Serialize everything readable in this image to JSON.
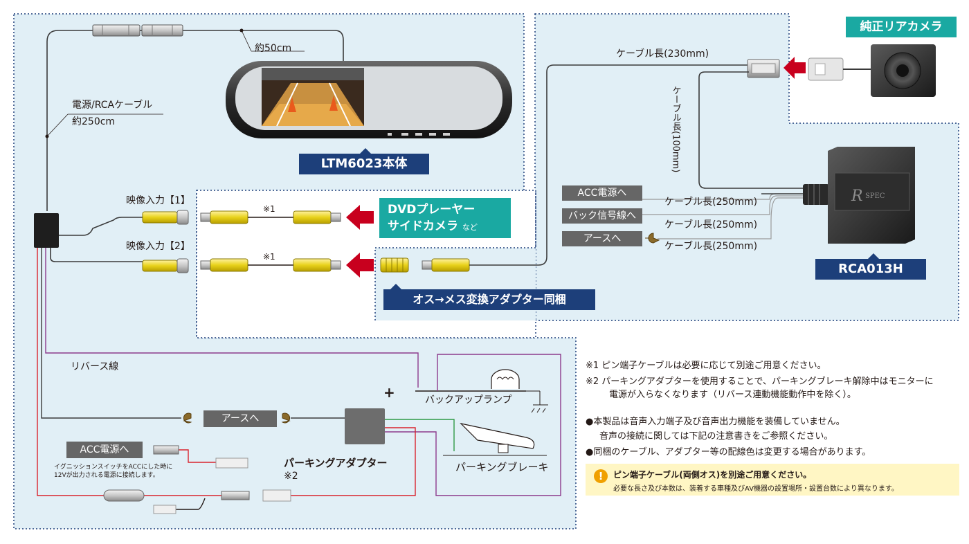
{
  "labels": {
    "cable_50": "約50cm",
    "power_rca_1": "電源/RCAケーブル",
    "power_rca_2": "約250cm",
    "video_in_1": "映像入力【1】",
    "video_in_2": "映像入力【2】",
    "mark1_a": "※1",
    "mark1_b": "※1",
    "reverse": "リバース線",
    "plus": "+",
    "backup_lamp": "バックアップランプ",
    "parking_brake": "パーキングブレーキ",
    "parking_adapter": "パーキングアダプター",
    "parking_adapter_note": "※2",
    "ign_note_1": "イグニッションスイッチをACCにした時に",
    "ign_note_2": "12Vが出力される電源に接続します。",
    "cable_230": "ケーブル長(230mm)",
    "cable_100": "ケーブル長(100mm)",
    "cable_250_a": "ケーブル長(250mm)",
    "cable_250_b": "ケーブル長(250mm)",
    "cable_250_c": "ケーブル長(250mm)",
    "spec_logo": "R SPEC"
  },
  "tags": {
    "main_unit": "LTM6023本体",
    "dvd_1": "DVDプレーヤー",
    "dvd_2": "サイドカメラ",
    "dvd_suffix": "など",
    "adapter_included": "オス→メス変換アダプター同梱",
    "rear_camera": "純正リアカメラ",
    "rca013h": "RCA013H",
    "acc_power_top": "ACC電源へ",
    "back_signal": "バック信号線へ",
    "earth_top": "アースへ",
    "earth_bottom": "アースへ",
    "acc_power_bottom": "ACC電源へ"
  },
  "notes": {
    "n1": "※1 ピン端子ケーブルは必要に応じて別途ご用意ください。",
    "n2a": "※2 パーキングアダプターを使用することで、パーキングブレーキ解除中はモニターに",
    "n2b": "電源が入らなくなります（リバース連動機能動作中を除く）。",
    "n3a": "●本製品は音声入力端子及び音声出力機能を装備していません。",
    "n3b": "音声の接続に関しては下記の注意書きをご参照ください。",
    "n4": "●同梱のケーブル、アダプター等の配線色は変更する場合があります。",
    "warn_title": "ピン端子ケーブル(両側オス)を別途ご用意ください。",
    "warn_body": "必要な長さ及び本数は、装着する車種及びAV機器の設置場所・設置台数により異なります。"
  },
  "colors": {
    "navy": "#1d3f7a",
    "teal": "#1aa9a2",
    "arrow_red": "#c8001e",
    "panel_blue": "#e1eff6",
    "wire_red": "#d9232d",
    "wire_purple": "#8c3a8c",
    "wire_green": "#2e9a46",
    "rca_yellow": "#e8d21a"
  }
}
